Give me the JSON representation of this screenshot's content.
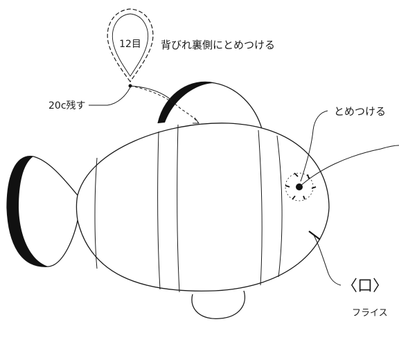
{
  "chain_count_label": "12目",
  "labels": {
    "attach_back_fin": "背びれ裏側にとめつける",
    "leave_tail": "20c残す",
    "attach_eye": "とめつける",
    "mouth": "〈口〉",
    "stitch_note": "フライス"
  },
  "colors": {
    "line": "#1a1a1a",
    "fin_fill": "#111111",
    "background": "#ffffff"
  }
}
